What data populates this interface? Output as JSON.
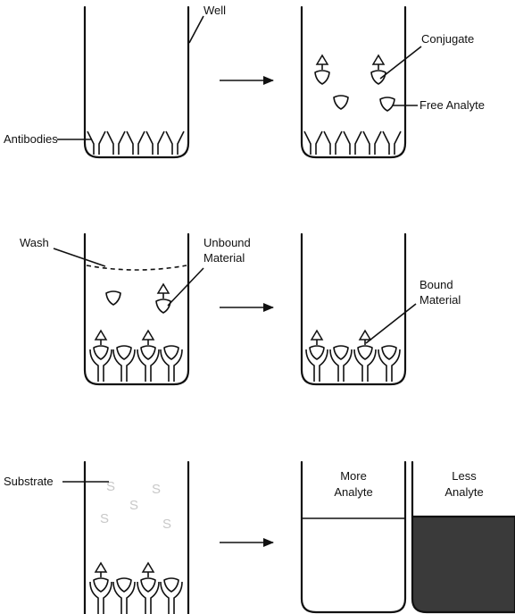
{
  "colors": {
    "stroke": "#111111",
    "substrate": "#c8c8c8",
    "less_analyte_fill": "#3a3a3a",
    "background": "#ffffff"
  },
  "labels": {
    "well": "Well",
    "antibodies": "Antibodies",
    "conjugate": "Conjugate",
    "free_analyte": "Free Analyte",
    "wash": "Wash",
    "unbound_line1": "Unbound",
    "unbound_line2": "Material",
    "bound_line1": "Bound",
    "bound_line2": "Material",
    "substrate": "Substrate",
    "substrate_mark": "S",
    "more_line1": "More",
    "more_line2": "Analyte",
    "less_line1": "Less",
    "less_line2": "Analyte"
  }
}
